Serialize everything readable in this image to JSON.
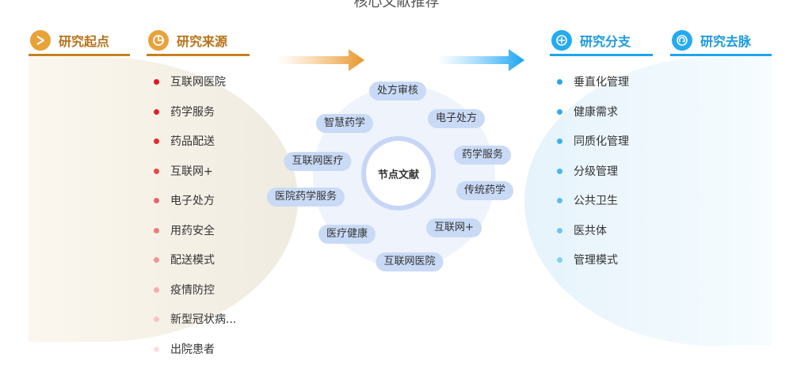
{
  "page": {
    "title": "核心文献推荐"
  },
  "headers": {
    "origin": "研究起点",
    "source": "研究来源",
    "branch": "研究分支",
    "trend": "研究去脉"
  },
  "center": {
    "label": "节点文献"
  },
  "source_items": [
    {
      "label": "互联网医院",
      "color": "#e8141a"
    },
    {
      "label": "药学服务",
      "color": "#ea1e22"
    },
    {
      "label": "药品配送",
      "color": "#ea2a2a"
    },
    {
      "label": "互联网+",
      "color": "#ee4a4a"
    },
    {
      "label": "电子处方",
      "color": "#f06464"
    },
    {
      "label": "用药安全",
      "color": "#f27a7a"
    },
    {
      "label": "配送模式",
      "color": "#f59393"
    },
    {
      "label": "疫情防控",
      "color": "#f7abab"
    },
    {
      "label": "新型冠状病...",
      "color": "#f9c4c4"
    },
    {
      "label": "出院患者",
      "color": "#fbdede"
    }
  ],
  "branch_items": [
    {
      "label": "垂直化管理",
      "color": "#2aa6ea"
    },
    {
      "label": "健康需求",
      "color": "#32acec"
    },
    {
      "label": "同质化管理",
      "color": "#3ab2ee"
    },
    {
      "label": "分级管理",
      "color": "#46b8f0"
    },
    {
      "label": "公共卫生",
      "color": "#56c0f2"
    },
    {
      "label": "医共体",
      "color": "#68c8f4"
    },
    {
      "label": "管理模式",
      "color": "#7ed2f6"
    }
  ],
  "keywords": [
    {
      "label": "处方审核"
    },
    {
      "label": "电子处方"
    },
    {
      "label": "智慧药学"
    },
    {
      "label": "药学服务"
    },
    {
      "label": "互联网医疗"
    },
    {
      "label": "传统药学"
    },
    {
      "label": "医院药学服务"
    },
    {
      "label": "互联网+"
    },
    {
      "label": "医疗健康"
    },
    {
      "label": "互联网医院"
    }
  ],
  "colors": {
    "origin_accent": "#c8801e",
    "branch_accent": "#1fa4ee",
    "tag_fill": "#c9daf6",
    "ring": "#c7d6f6"
  },
  "icons": {
    "origin": "play-arrow-icon",
    "source": "pie-chart-icon",
    "branch": "plus-circle-icon",
    "trend": "refresh-icon"
  }
}
